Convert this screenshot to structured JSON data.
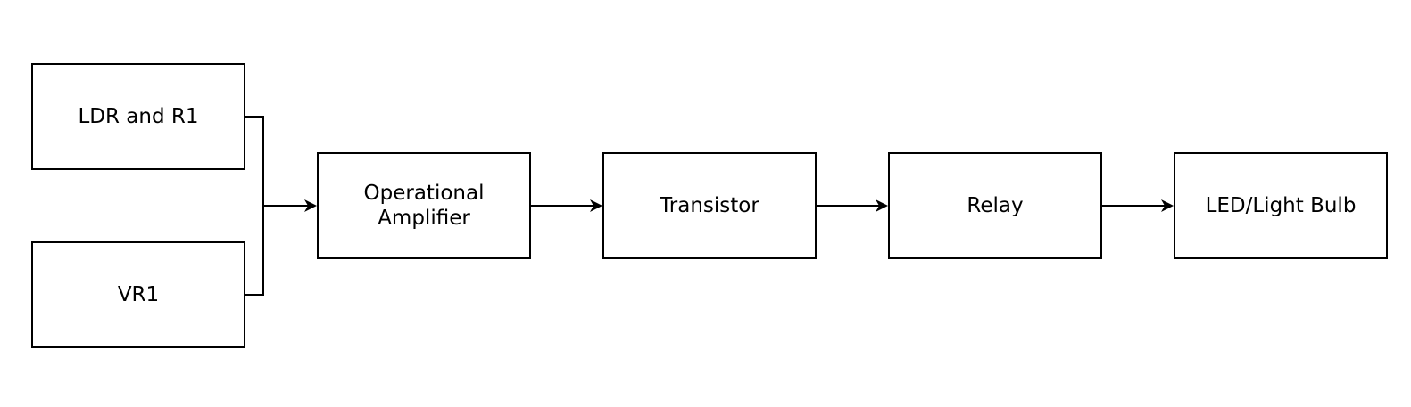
{
  "diagram": {
    "nodes": {
      "ldr": {
        "label": "LDR and R1"
      },
      "vr1": {
        "label": "VR1"
      },
      "opamp": {
        "label": "Operational Amplifier"
      },
      "transistor": {
        "label": "Transistor"
      },
      "relay": {
        "label": "Relay"
      },
      "led": {
        "label": "LED/Light Bulb"
      }
    },
    "edges": [
      {
        "from": "LDR and R1",
        "to": "Operational Amplifier"
      },
      {
        "from": "VR1",
        "to": "Operational Amplifier"
      },
      {
        "from": "Operational Amplifier",
        "to": "Transistor"
      },
      {
        "from": "Transistor",
        "to": "Relay"
      },
      {
        "from": "Relay",
        "to": "LED/Light Bulb"
      }
    ],
    "colors": {
      "stroke": "#000000",
      "background": "#ffffff"
    }
  }
}
